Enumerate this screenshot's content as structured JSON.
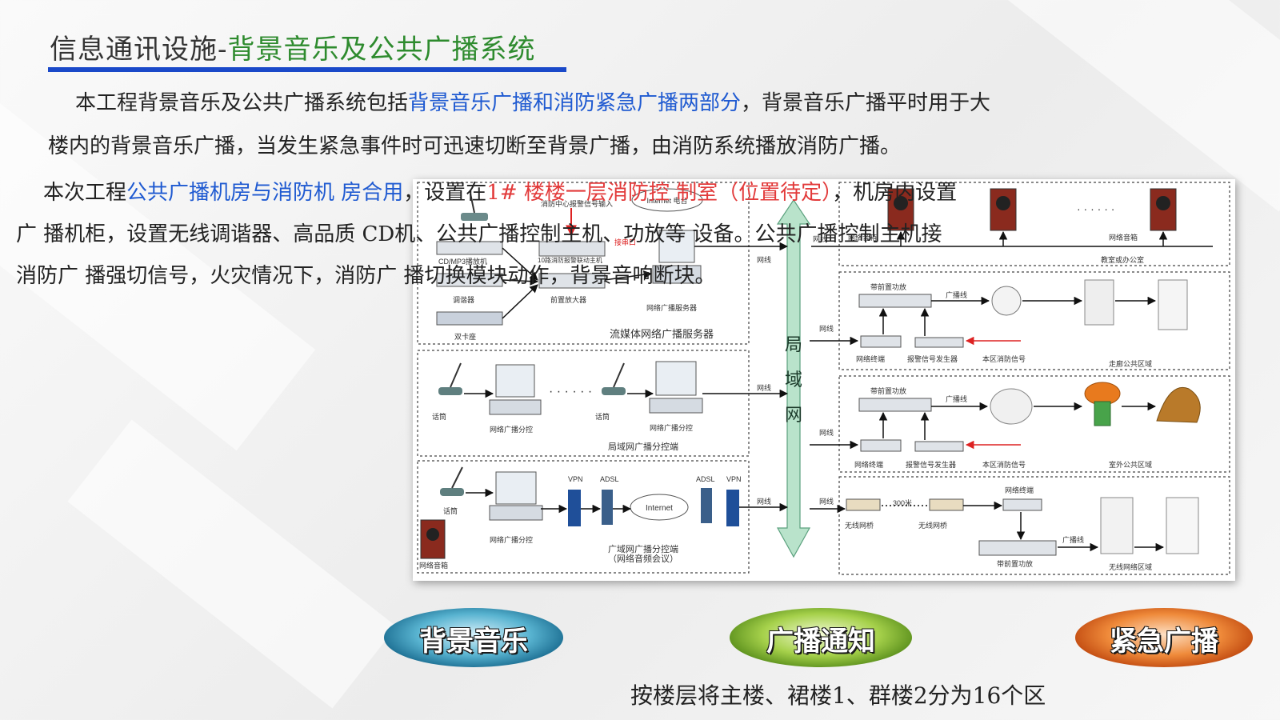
{
  "title": {
    "prefix": "信息通讯设施-",
    "main": "背景音乐及公共广播系统"
  },
  "para1": {
    "line1_a": "本工程背景音乐及公共广播系统包括",
    "line1_b": "背景音乐广播和消防紧急广播两部分",
    "line1_c": "，背景音乐广播平时用于大",
    "line2": "楼内的背景音乐广播，当发生紧急事件时可迅速切断至背景广播，由消防系统播放消防广播。"
  },
  "para2": {
    "line1_a": "本次工程",
    "line1_b": "公共广播机房与消防机 房合用",
    "line1_c": "，设置在",
    "line1_d": "1# 楼楼一层消防控 制室（位置待定）",
    "line1_e": "，机房内设置",
    "line2": "广 播机柜，设置无线调谐器、高品质 CD机、公共广播控制主机、功放等 设备。公共广播控制主机接",
    "line3": "消防广 播强切信号，火灾情况下，消防广 播切换模块动作，背景音响断块。"
  },
  "diagram": {
    "lan_label": [
      "局",
      "域",
      "网"
    ],
    "sec_server": "流媒体网络广播服务器",
    "sec_lan_ctrl": "局域网广播分控端",
    "sec_wan_ctrl": "广域网广播分控端",
    "sec_wan_note": "（网络音频会议）",
    "lbl_internet_radio": "Internet 电台",
    "lbl_fire_input": "消防中心报警信号输入",
    "lbl_cd": "CD/MP3播放机",
    "lbl_tuner": "调谐器",
    "lbl_deck": "双卡座",
    "lbl_preamp": "前置放大器",
    "lbl_server": "网络广播服务器",
    "lbl_host": "10路消防报警联动主机",
    "lbl_serial": "接串口",
    "lbl_mic": "话筒",
    "lbl_ctrl_pc": "网络广播分控",
    "lbl_vpn": "VPN",
    "lbl_adsl": "ADSL",
    "lbl_internet": "Internet",
    "lbl_net_speaker": "网络音箱",
    "lbl_net_line": "网线",
    "lbl_amp": "带前置功放",
    "lbl_bcast_line": "广播线",
    "lbl_net_terminal": "网络终端",
    "lbl_alarm_gen": "报警信号发生器",
    "lbl_fire_signal": "本区消防信号",
    "lbl_office": "教室或办公室",
    "lbl_corridor": "走廊公共区域",
    "lbl_outdoor": "室外公共区域",
    "lbl_wireless_bridge": "无线网桥",
    "lbl_300m": "300米",
    "lbl_wireless_area": "无线网络区域"
  },
  "buttons": {
    "bgm": "背景音乐",
    "notice": "广播通知",
    "emergency": "紧急广播"
  },
  "caption": "按楼层将主楼、裙楼1、群楼2分为16个区",
  "colors": {
    "blue": "#1f5ad1",
    "green": "#2e8b2e",
    "red": "#e23a3a",
    "underline": "#1a49c9"
  }
}
